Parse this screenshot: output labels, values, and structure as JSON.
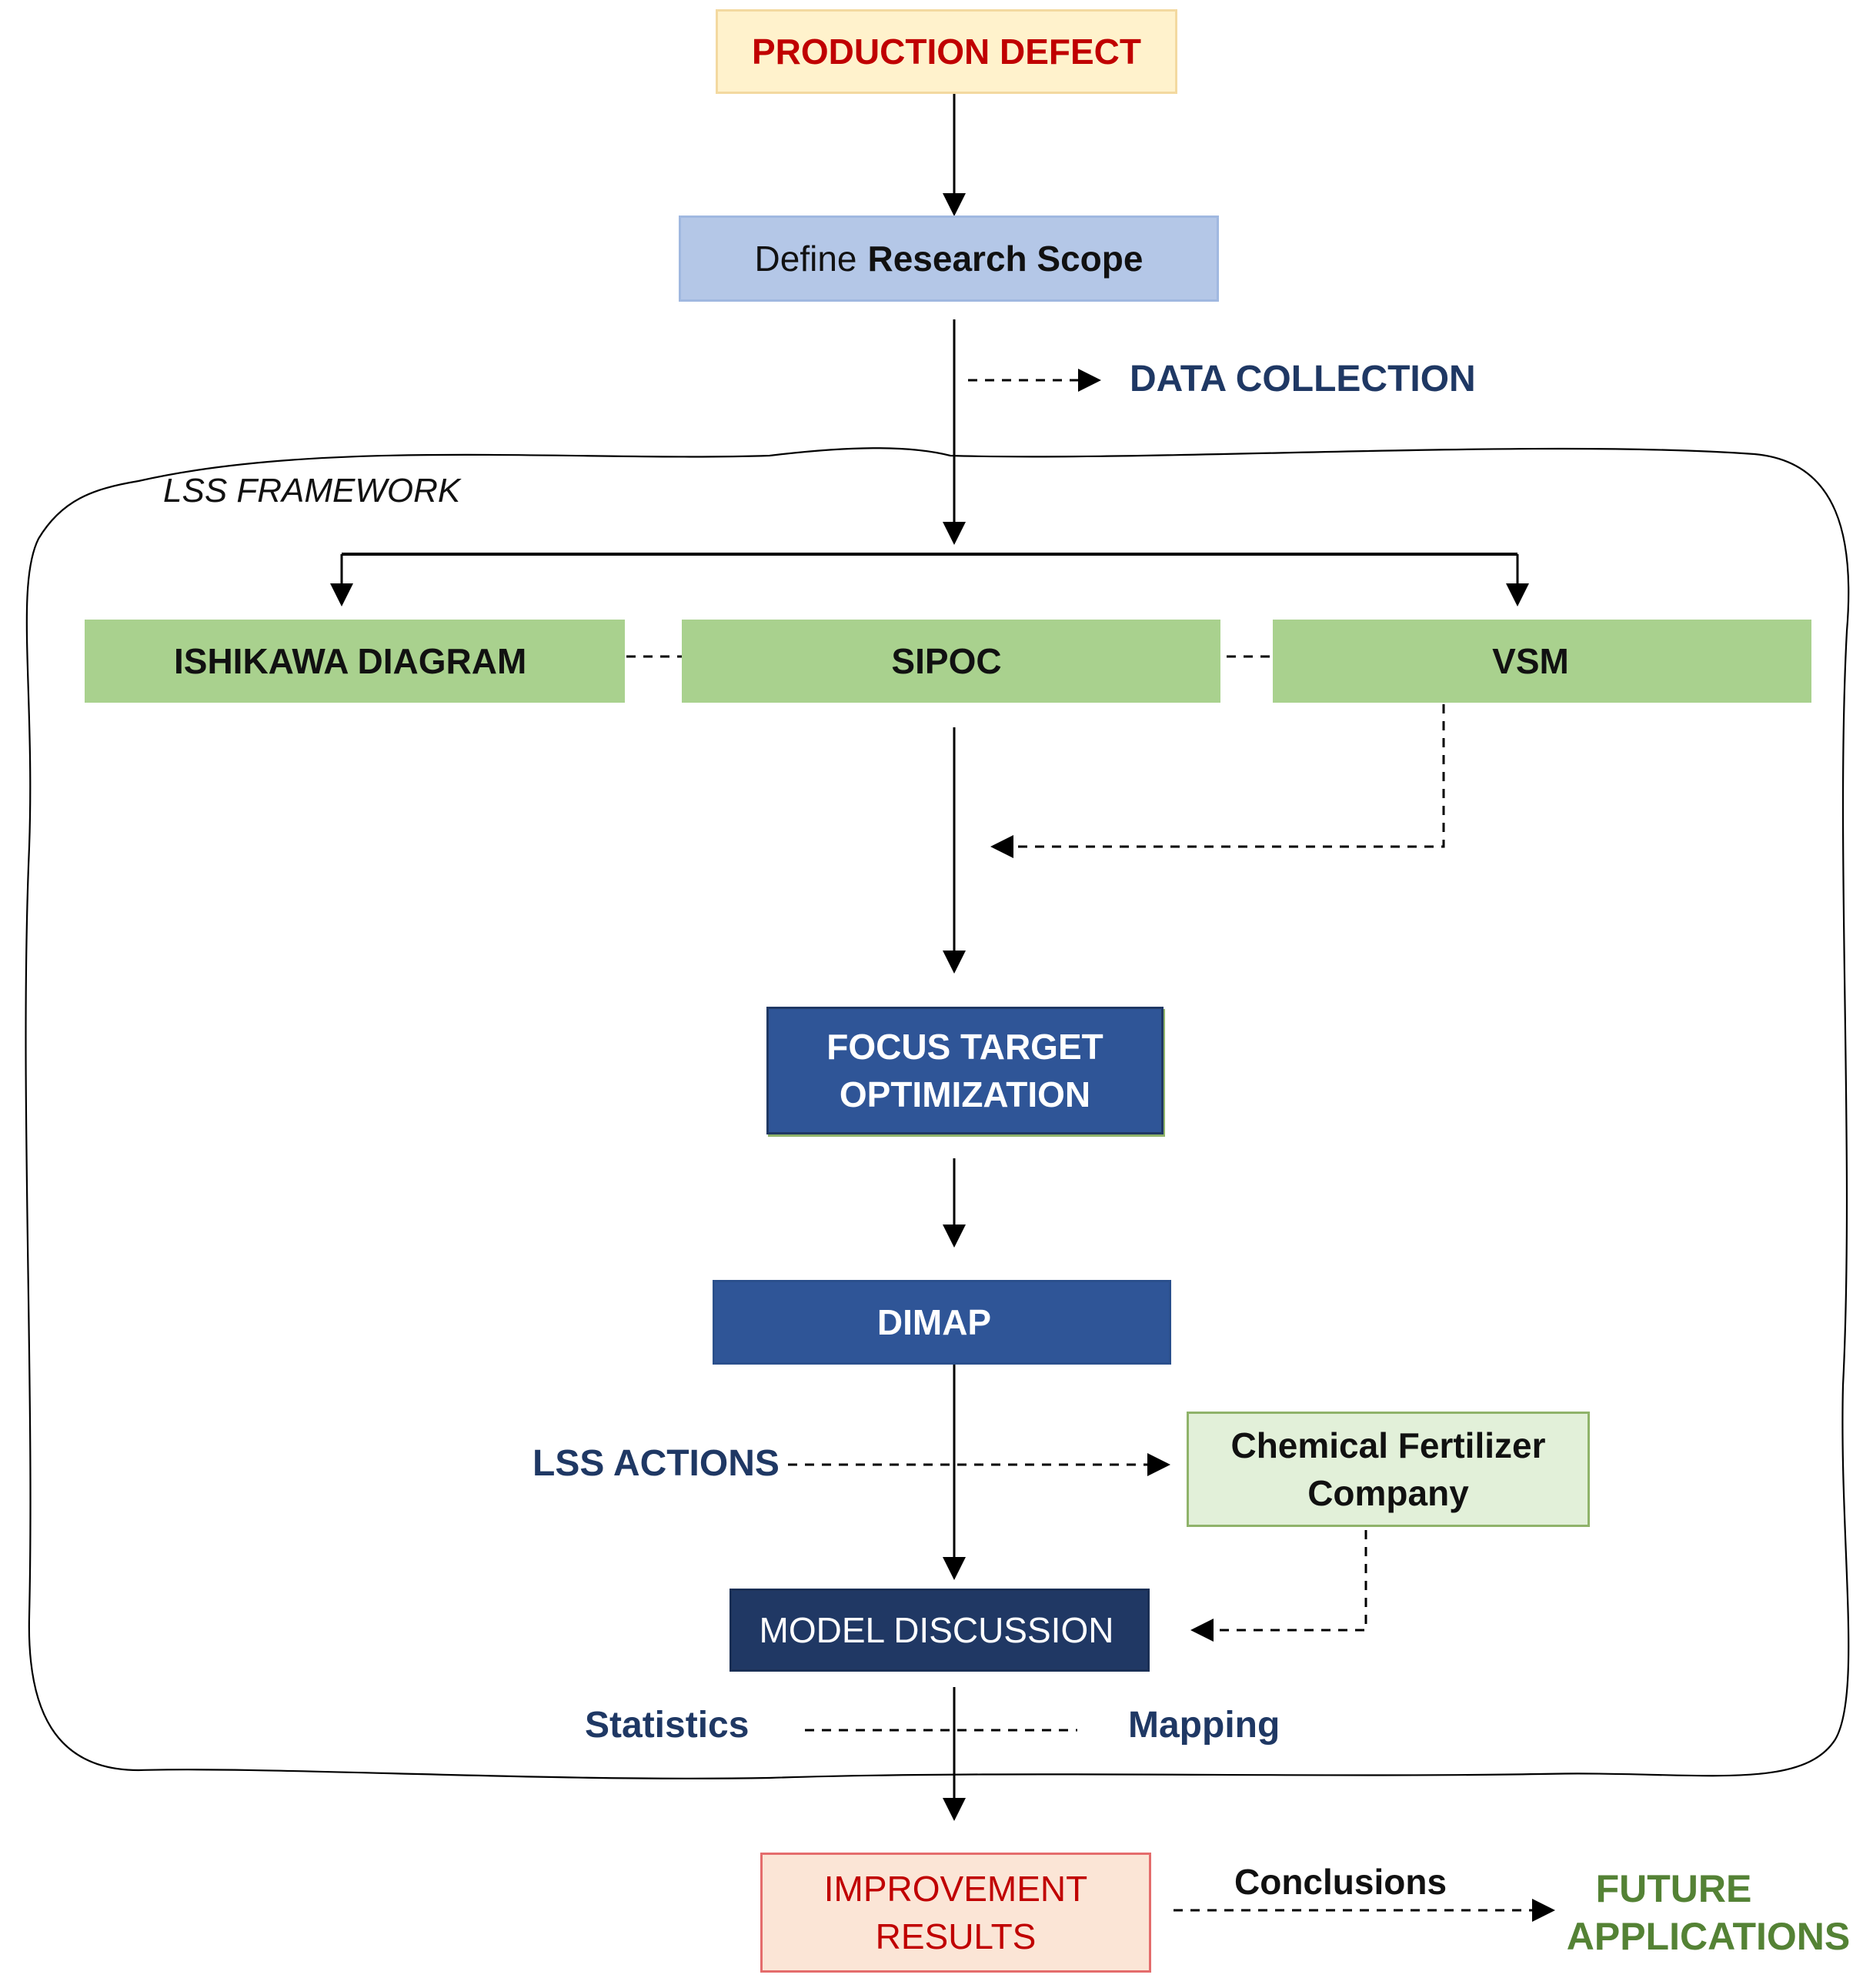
{
  "nodes": {
    "production_defect": "PRODUCTION DEFECT",
    "define_prefix": "Define",
    "define_bold": "Research Scope",
    "data_collection": "DATA COLLECTION",
    "framework_label": "LSS FRAMEWORK",
    "ishikawa": "ISHIKAWA DIAGRAM",
    "sipoc": "SIPOC",
    "vsm": "VSM",
    "focus_line1": "FOCUS TARGET",
    "focus_line2": "OPTIMIZATION",
    "dimap": "DIMAP",
    "lss_actions": "LSS ACTIONS",
    "chem_line1": "Chemical Fertilizer",
    "chem_line2": "Company",
    "model_discussion": "MODEL DISCUSSION",
    "statistics": "Statistics",
    "mapping": "Mapping",
    "improvement_line1": "IMPROVEMENT",
    "improvement_line2": "RESULTS",
    "conclusions": "Conclusions",
    "future_line1": "FUTURE",
    "future_line2": "APPLICATIONS"
  },
  "colors": {
    "red_text": "#c00000",
    "navy_text": "#1f3864",
    "green_text": "#548235",
    "yellow_fill": "#fff2cc",
    "light_blue_fill": "#b4c7e7",
    "green_fill": "#a9d18e",
    "blue_fill": "#2f5597",
    "dark_navy_fill": "#203864",
    "pale_green_fill": "#e2f0d9",
    "pink_fill": "#fbe5d6"
  }
}
